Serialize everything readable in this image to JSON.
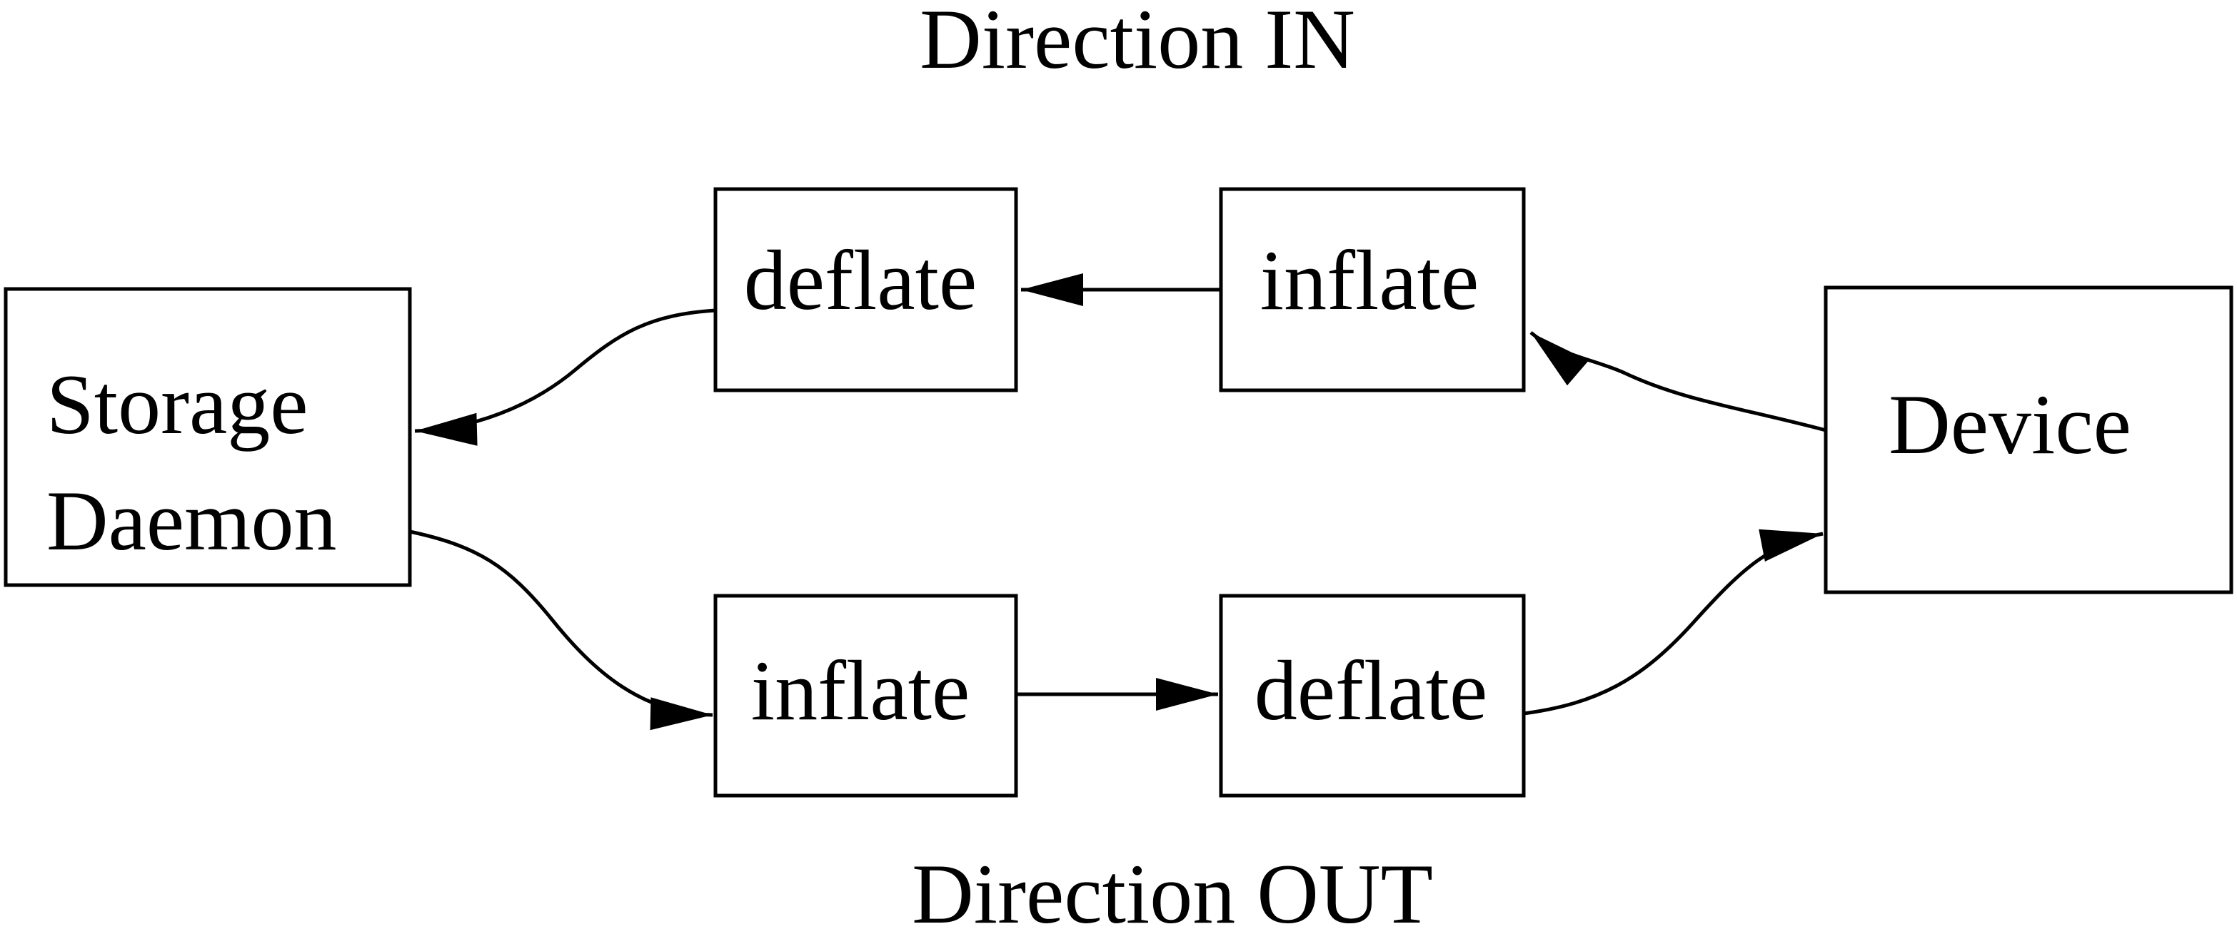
{
  "diagram": {
    "titles": {
      "in": "Direction IN",
      "out": "Direction OUT"
    },
    "nodes": {
      "storage": {
        "line1": "Storage",
        "line2": "Daemon"
      },
      "deflate_in": {
        "label": "deflate"
      },
      "inflate_in": {
        "label": "inflate"
      },
      "device": {
        "label": "Device"
      },
      "inflate_out": {
        "label": "inflate"
      },
      "deflate_out": {
        "label": "deflate"
      }
    },
    "flows": {
      "direction_in": [
        "Device",
        "inflate",
        "deflate",
        "Storage Daemon"
      ],
      "direction_out": [
        "Storage Daemon",
        "inflate",
        "deflate",
        "Device"
      ]
    },
    "colors": {
      "ink": "#000000",
      "background": "#ffffff"
    }
  }
}
